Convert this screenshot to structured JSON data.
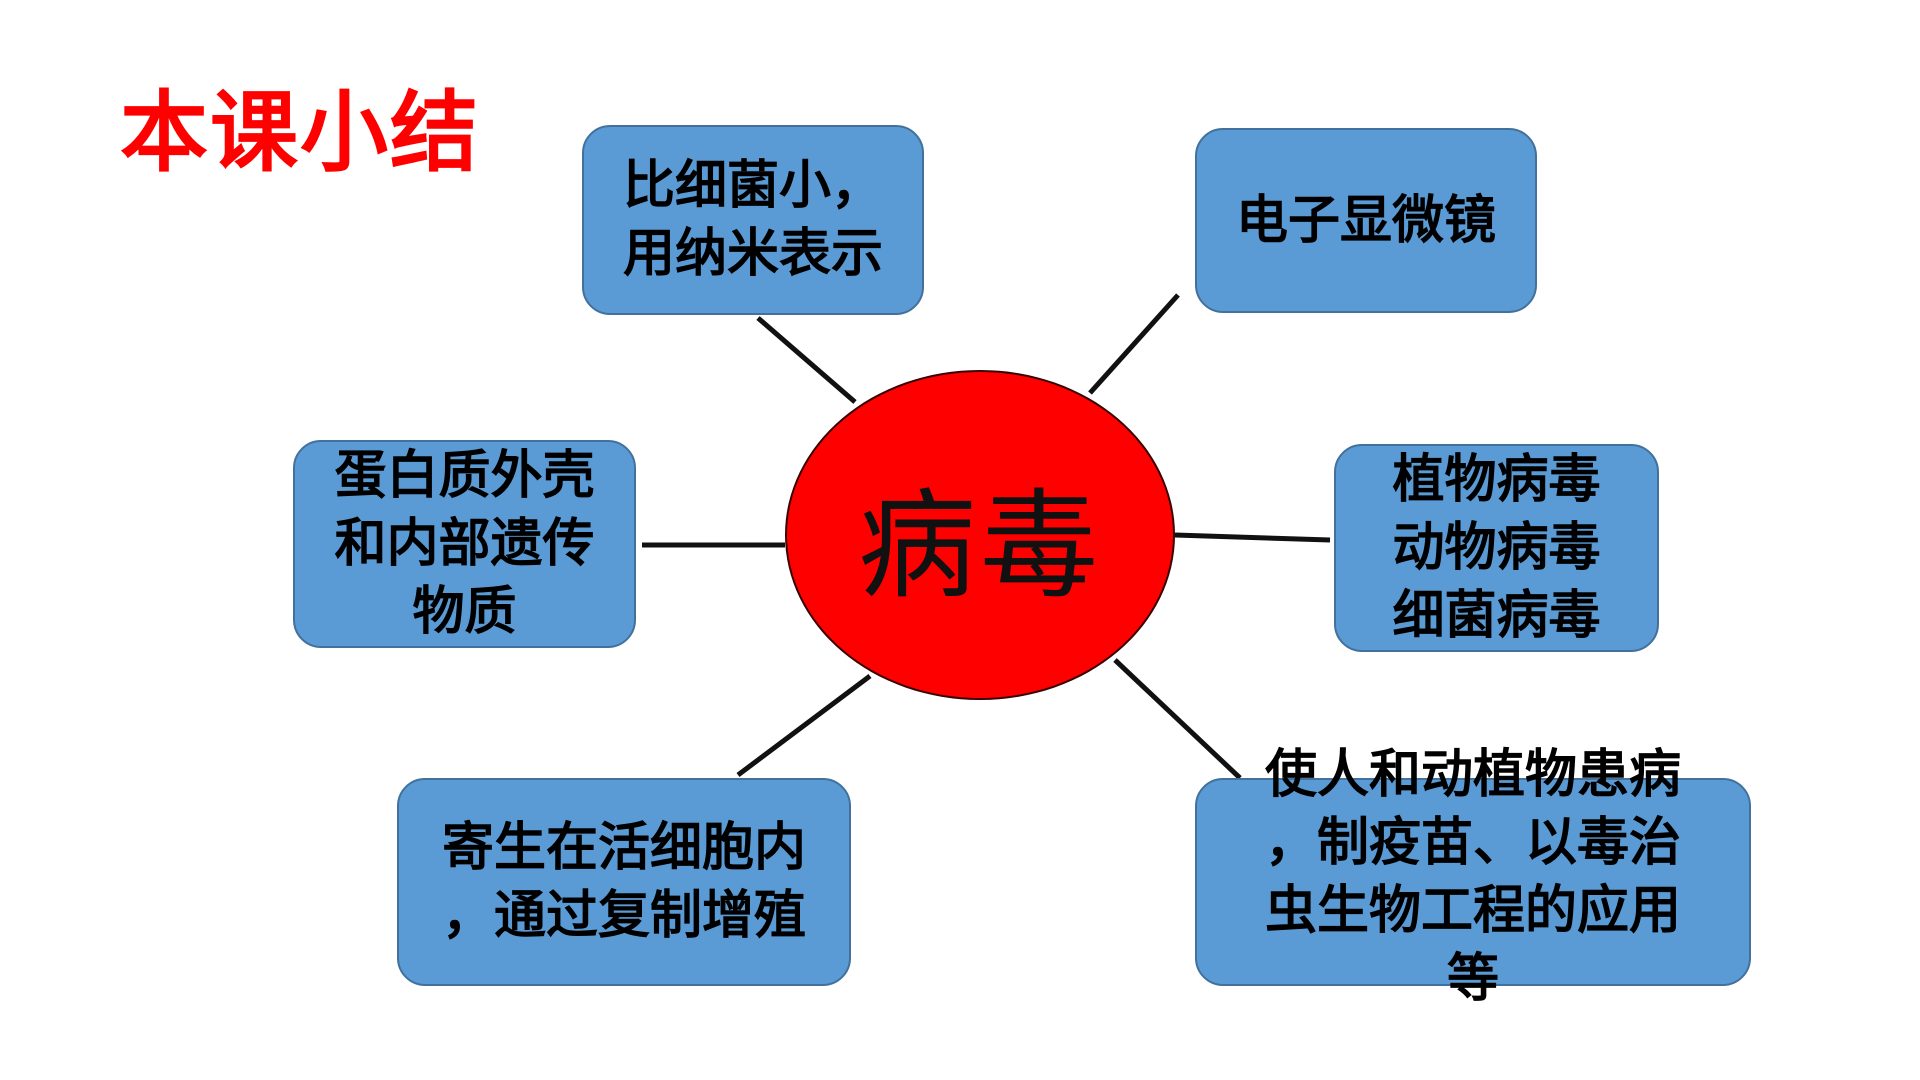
{
  "title": "本课小结",
  "center": {
    "label": "病毒",
    "color": "#ff0000"
  },
  "nodes": {
    "size": "比细菌小，\n用纳米表示",
    "microscope": "电子显微镜",
    "structure": "蛋白质外壳\n和内部遗传\n物质",
    "types": "植物病毒\n动物病毒\n细菌病毒",
    "reproduce": "寄生在活细胞内\n，通过复制增殖",
    "effects": "使人和动植物患病\n，制疫苗、以毒治\n虫生物工程的应用\n等"
  },
  "colors": {
    "box_fill": "#5b9bd5",
    "box_border": "#41719c",
    "title": "#ff0000"
  }
}
